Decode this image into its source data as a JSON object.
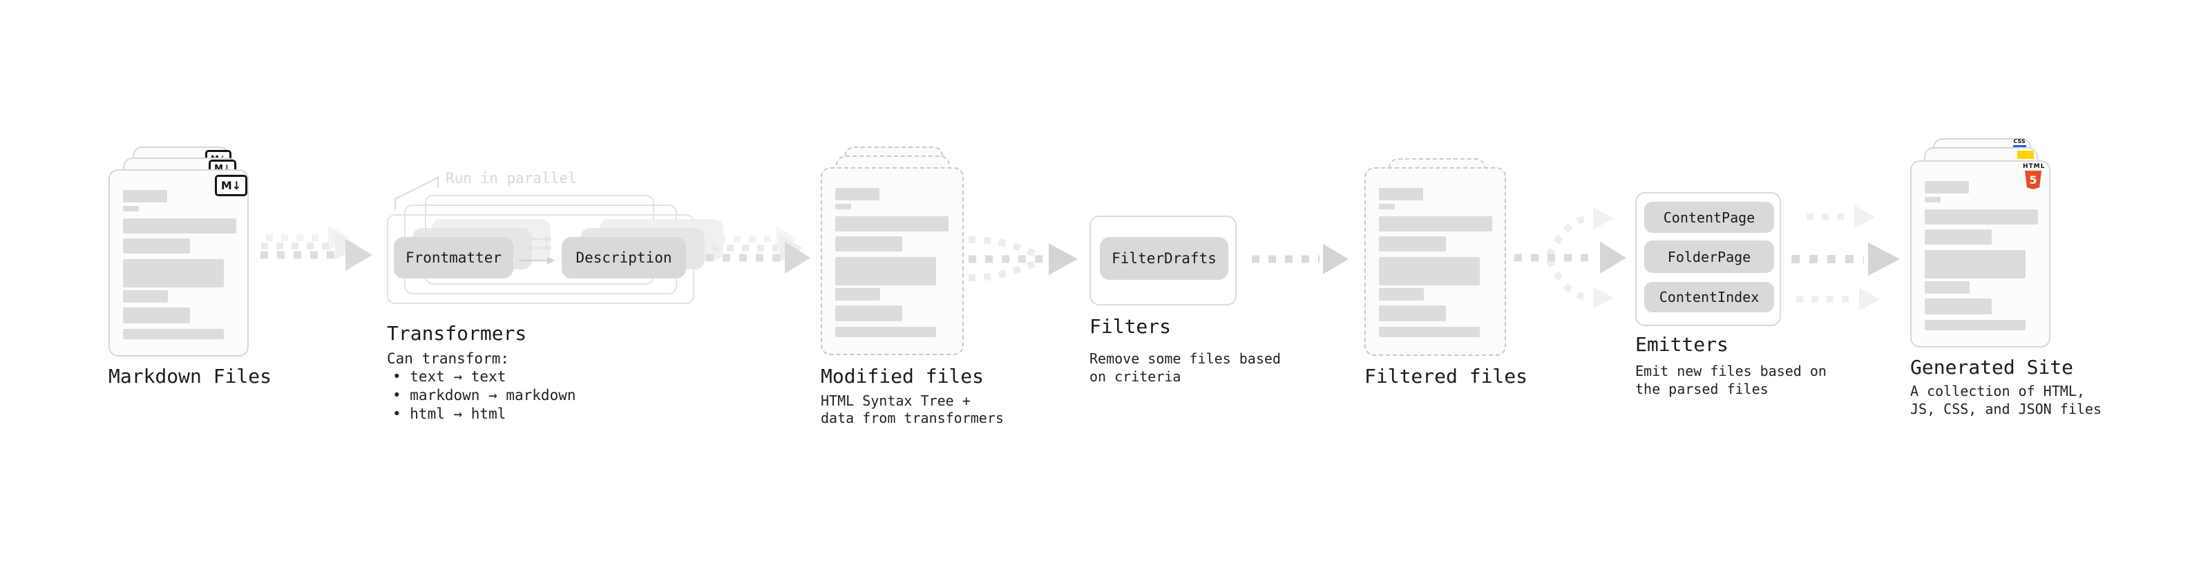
{
  "colors": {
    "html5_orange": "#e44d26",
    "js_yellow": "#ffd600",
    "css_blue": "#2760e4",
    "pill_gray": "#d9d9d9",
    "bar_gray": "#dcdcdc",
    "arrow_gray": "#dcdcdc",
    "faint_gray": "#ececec",
    "text_dark": "#1b1b1b",
    "note_gray": "#d8d8d8"
  },
  "icons": {
    "markdown_glyph": "M↓",
    "html5_text": "HTML",
    "html5_number": "5",
    "css_text": "CSS"
  },
  "stages": {
    "markdown": {
      "label": "Markdown Files"
    },
    "transformers": {
      "label": "Transformers",
      "note": "Run in parallel",
      "pill_left": "Frontmatter",
      "pill_right": "Description",
      "desc_heading": "Can transform:",
      "items": [
        "• text → text",
        "• markdown → markdown",
        "• html → html"
      ]
    },
    "modified": {
      "label": "Modified files",
      "desc_line1": "HTML Syntax Tree +",
      "desc_line2": "data from transformers"
    },
    "filters": {
      "label": "Filters",
      "pill": "FilterDrafts",
      "desc_line1": "Remove some files based",
      "desc_line2": "on criteria"
    },
    "filtered": {
      "label": "Filtered files"
    },
    "emitters": {
      "label": "Emitters",
      "pills": [
        "ContentPage",
        "FolderPage",
        "ContentIndex"
      ],
      "desc_line1": "Emit new files based on",
      "desc_line2": "the parsed files"
    },
    "generated": {
      "label": "Generated Site",
      "desc_line1": "A collection of HTML,",
      "desc_line2": "JS, CSS, and JSON files"
    }
  }
}
